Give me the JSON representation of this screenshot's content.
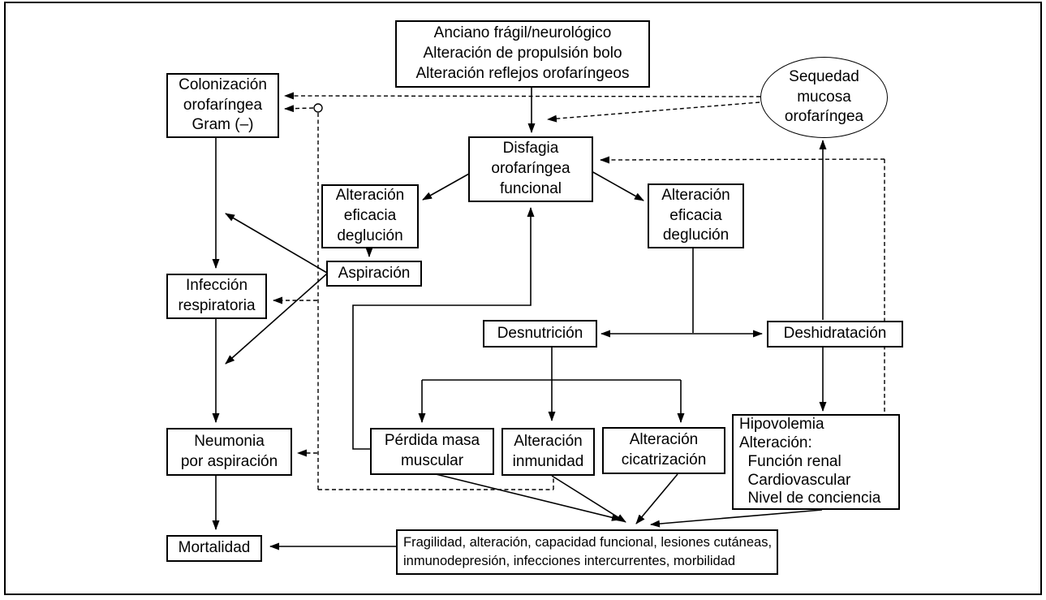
{
  "figure": {
    "background_color": "#ffffff",
    "line_color": "#000000",
    "nodes": {
      "anciano": {
        "shape": "rect",
        "label": "Anciano frágil/neurológico\nAlteración de propulsión bolo\nAlteración reflejos orofaríngeos"
      },
      "colonizacion": {
        "shape": "rect",
        "label": "Colonización\norofaríngea\nGram (–)"
      },
      "sequedad": {
        "shape": "ellipse",
        "label": "Sequedad\nmucosa\norofaríngea"
      },
      "disfagia": {
        "shape": "rect",
        "label": "Disfagia\norofaríngea\nfuncional"
      },
      "alteracion_izq": {
        "shape": "rect",
        "label": "Alteración\neficacia\ndeglución"
      },
      "alteracion_der": {
        "shape": "rect",
        "label": "Alteración\neficacia\ndeglución"
      },
      "aspiracion": {
        "shape": "rect",
        "label": "Aspiración"
      },
      "infeccion": {
        "shape": "rect",
        "label": "Infección\nrespiratoria"
      },
      "desnutricion": {
        "shape": "rect",
        "label": "Desnutrición"
      },
      "deshidratacion": {
        "shape": "rect",
        "label": "Deshidratación"
      },
      "perdida": {
        "shape": "rect",
        "label": "Pérdida masa\nmuscular"
      },
      "inmunidad": {
        "shape": "rect",
        "label": "Alteración\ninmunidad"
      },
      "cicatrizacion": {
        "shape": "rect",
        "label": "Alteración\ncicatrización"
      },
      "hipovolemia": {
        "shape": "rect",
        "label": "Hipovolemia\nAlteración:\n  Función renal\n  Cardiovascular\n  Nivel de conciencia"
      },
      "neumonia": {
        "shape": "rect",
        "label": "Neumonia\npor aspiración"
      },
      "mortalidad": {
        "shape": "rect",
        "label": "Mortalidad"
      },
      "fragilidad": {
        "shape": "rect",
        "label": "Fragilidad, alteración, capacidad funcional, lesiones cutáneas,\ninmunodepresión, infecciones intercurrentes, morbilidad"
      }
    },
    "edges": [
      {
        "from": "anciano",
        "to": "disfagia",
        "style": "solid"
      },
      {
        "from": "sequedad",
        "to": "colonizacion",
        "style": "dashed"
      },
      {
        "from": "sequedad",
        "to": "disfagia",
        "style": "dashed"
      },
      {
        "from": "inmunidad",
        "to": "colonizacion",
        "style": "dashed"
      },
      {
        "from": "inmunidad",
        "to": "infeccion",
        "style": "dashed"
      },
      {
        "from": "inmunidad",
        "to": "neumonia",
        "style": "dashed"
      },
      {
        "from": "deshidratacion",
        "to": "disfagia",
        "style": "dashed"
      },
      {
        "from": "colonizacion",
        "to": "infeccion",
        "style": "solid"
      },
      {
        "from": "infeccion",
        "to": "neumonia",
        "style": "solid"
      },
      {
        "from": "neumonia",
        "to": "mortalidad",
        "style": "solid"
      },
      {
        "from": "disfagia",
        "to": "alteracion_izq",
        "style": "solid"
      },
      {
        "from": "disfagia",
        "to": "alteracion_der",
        "style": "solid"
      },
      {
        "from": "alteracion_izq",
        "to": "aspiracion",
        "style": "solid"
      },
      {
        "from": "aspiracion",
        "to": "infeccion",
        "style": "solid"
      },
      {
        "from": "aspiracion",
        "to": "neumonia",
        "style": "solid"
      },
      {
        "from": "alteracion_der",
        "to": "desnutricion",
        "style": "solid"
      },
      {
        "from": "desnutricion",
        "to": "deshidratacion",
        "style": "solid",
        "arrows": "both"
      },
      {
        "from": "desnutricion",
        "to": "perdida",
        "style": "solid"
      },
      {
        "from": "desnutricion",
        "to": "inmunidad",
        "style": "solid"
      },
      {
        "from": "desnutricion",
        "to": "cicatrizacion",
        "style": "solid"
      },
      {
        "from": "perdida",
        "to": "disfagia",
        "style": "solid"
      },
      {
        "from": "deshidratacion",
        "to": "sequedad",
        "style": "solid"
      },
      {
        "from": "deshidratacion",
        "to": "hipovolemia",
        "style": "solid"
      },
      {
        "from": "perdida",
        "to": "fragilidad",
        "style": "solid"
      },
      {
        "from": "inmunidad",
        "to": "fragilidad",
        "style": "solid"
      },
      {
        "from": "cicatrizacion",
        "to": "fragilidad",
        "style": "solid"
      },
      {
        "from": "hipovolemia",
        "to": "fragilidad",
        "style": "solid"
      },
      {
        "from": "fragilidad",
        "to": "mortalidad",
        "style": "solid"
      }
    ]
  }
}
